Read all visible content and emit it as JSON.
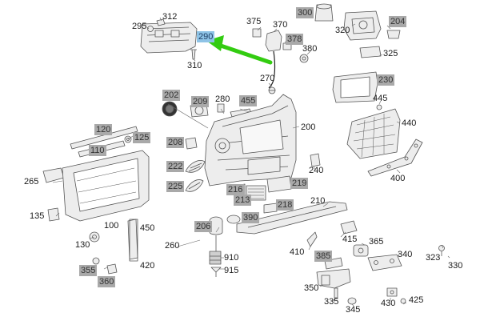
{
  "colors": {
    "part_line": "#555555",
    "part_fill": "#ededed",
    "label_box": "#a9a9a9",
    "highlight_box": "#8ec3e6",
    "arrow": "#33cc11"
  },
  "highlighted_part": "290",
  "labels": {
    "l295": "295",
    "l312": "312",
    "l290": "290",
    "l310": "310",
    "l375": "375",
    "l370": "370",
    "l378": "378",
    "l380": "380",
    "l300": "300",
    "l320": "320",
    "l204": "204",
    "l325": "325",
    "l230": "230",
    "l270": "270",
    "l202": "202",
    "l209": "209",
    "l280": "280",
    "l455": "455",
    "l445": "445",
    "l440": "440",
    "l200": "200",
    "l120": "120",
    "l125": "125",
    "l110": "110",
    "l208": "208",
    "l222": "222",
    "l225": "225",
    "l240": "240",
    "l265": "265",
    "l216": "216",
    "l219": "219",
    "l213": "213",
    "l218": "218",
    "l400": "400",
    "l210": "210",
    "l135": "135",
    "l206": "206",
    "l390": "390",
    "l100": "100",
    "l450": "450",
    "l130": "130",
    "l415": "415",
    "l365": "365",
    "l260": "260",
    "l410": "410",
    "l910": "910",
    "l915": "915",
    "l420": "420",
    "l385": "385",
    "l340": "340",
    "l323": "323",
    "l330": "330",
    "l355": "355",
    "l360": "360",
    "l350": "350",
    "l335": "335",
    "l345": "345",
    "l430": "430",
    "l425": "425"
  }
}
